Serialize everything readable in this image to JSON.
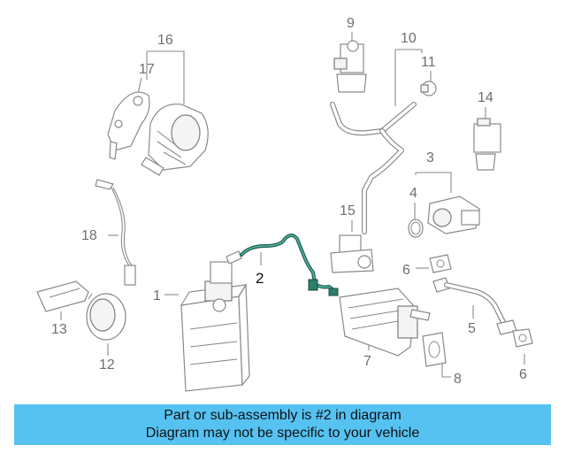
{
  "callouts": {
    "c1": "1",
    "c2": "2",
    "c3": "3",
    "c4": "4",
    "c5": "5",
    "c6a": "6",
    "c6b": "6",
    "c7": "7",
    "c8": "8",
    "c9": "9",
    "c10": "10",
    "c11": "11",
    "c12": "12",
    "c13": "13",
    "c14": "14",
    "c15": "15",
    "c16": "16",
    "c17": "17",
    "c18": "18"
  },
  "banner": {
    "line1": "Part or sub-assembly is #2 in diagram",
    "line2": "Diagram may not be specific to your vehicle",
    "color": "#56c2f2"
  },
  "highlight": {
    "part_number": "2",
    "color": "#2c7f6c"
  }
}
